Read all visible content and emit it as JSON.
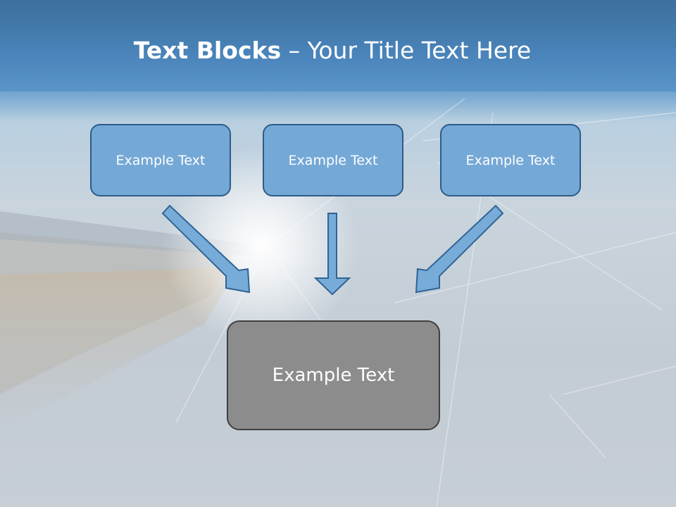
{
  "slide": {
    "title_bold": "Text Blocks",
    "title_rest": " – Your Title Text Here",
    "boxes": [
      {
        "label": "Example Text"
      },
      {
        "label": "Example Text"
      },
      {
        "label": "Example Text"
      }
    ],
    "bottom_box": {
      "label": "Example Text"
    }
  },
  "colors": {
    "box_fill": "#74a8d6",
    "box_border": "#2f5b86",
    "bottom_fill": "#8c8c8c",
    "arrow_fill": "#78acd8"
  }
}
